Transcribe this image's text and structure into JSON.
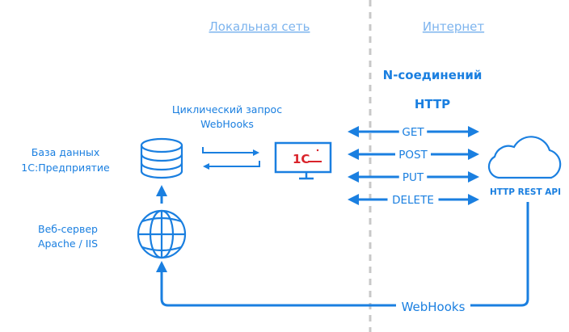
{
  "zones": {
    "local": "Локальная сеть",
    "internet": "Интернет"
  },
  "connections": {
    "count_label": "N-соединений",
    "protocol": "HTTP"
  },
  "cycle_request": {
    "line1": "Циклический запрос",
    "line2": "WebHooks"
  },
  "database": {
    "line1": "База данных",
    "line2": "1С:Предприятие"
  },
  "webserver": {
    "line1": "Веб-сервер",
    "line2": "Apache / IIS"
  },
  "methods": [
    "GET",
    "POST",
    "PUT",
    "DELETE"
  ],
  "api": {
    "label": "HTTP REST API"
  },
  "webhooks_return": "WebHooks",
  "logo": {
    "text": "1С"
  },
  "colors": {
    "primary": "#1a7fe0",
    "header": "#7db4ee",
    "divider": "#c8c8c8",
    "logo_red": "#d9232a"
  }
}
